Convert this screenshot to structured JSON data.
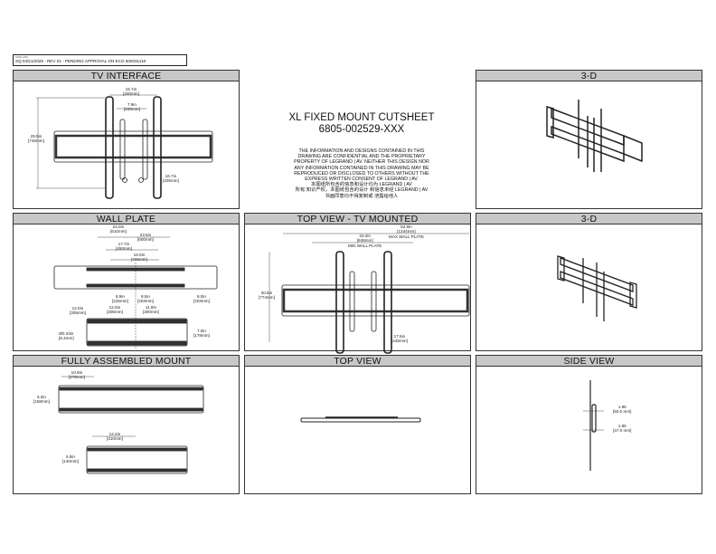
{
  "stamp": {
    "line1": "SIGN-OFF",
    "line2": "SQ 04/21/2025 - REV 01 - PENDING APPROVAL ON ECO 500031118"
  },
  "title": {
    "line1": "XL FIXED MOUNT CUTSHEET",
    "line2": "6805-002529-XXX"
  },
  "disclaimer": [
    "THE INFORMATION AND DESIGNS CONTAINED IN THIS",
    "DRAWING ARE CONFIDENTIAL AND THE PROPRIETARY",
    "PROPERTY OF LEGRAND | AV. NEITHER THIS DESIGN NOR",
    "ANY INFORMATION CONTAINED IN THIS DRAWING MAY BE",
    "REPRODUCED OR DISCLOSED TO OTHERS WITHOUT THE",
    "EXPRESS WRITTEN CONSENT OF LEGRAND | AV.",
    "本图纸所包含的信息和设计均为 LEGRAND | AV",
    "所有 知识产权，本图纸包含的设计 和信息未经 LEGRAND | AV",
    "书面同意均不得复制或 泄露给他人"
  ],
  "panels": {
    "tv_interface": {
      "title": "TV INTERFACE",
      "dims": [
        "15.7in",
        "[400mm]",
        "7.9in",
        "[200mm]",
        "29.5in",
        "[748mm]",
        "16.7in",
        "[425mm]"
      ]
    },
    "iso1": {
      "title": "3-D"
    },
    "wall_plate": {
      "title": "WALL PLATE",
      "dims": [
        "24.0in",
        "[610mm]",
        "23.6in",
        "[600mm]",
        "17.7in",
        "[450mm]",
        "16.0in",
        "[406mm]",
        "8.9in",
        "[225mm]",
        "8.0in",
        "[203mm]",
        "8.0in",
        "[203mm]",
        "12.0in",
        "[305mm]",
        "12.0in",
        "[305mm]",
        "11.8in",
        "[300mm]",
        "Ø0.33in",
        "[8.4mm]",
        "7.0in",
        "[178mm]"
      ]
    },
    "top_view_mounted": {
      "title": "TOP VIEW - TV MOUNTED",
      "dims": [
        "52.9in",
        "[1344mm]",
        "MAX WALL PLATE",
        "33.4in",
        "[848mm]",
        "MIN WALL PLATE",
        "30.5in",
        "[774mm]",
        "17.5in",
        "[445mm]"
      ]
    },
    "iso2": {
      "title": "3-D"
    },
    "assembled": {
      "title": "FULLY ASSEMBLED MOUNT",
      "dims": [
        "10.9in",
        "[276mm]",
        "6.2in",
        "[158mm]",
        "12.2in",
        "[310mm]",
        "5.5in",
        "[140mm]"
      ]
    },
    "top_view": {
      "title": "TOP VIEW"
    },
    "side_view": {
      "title": "SIDE VIEW",
      "dims": [
        "1.96",
        "[50.0 mm]",
        "1.85",
        "[47.0 mm]"
      ]
    }
  }
}
